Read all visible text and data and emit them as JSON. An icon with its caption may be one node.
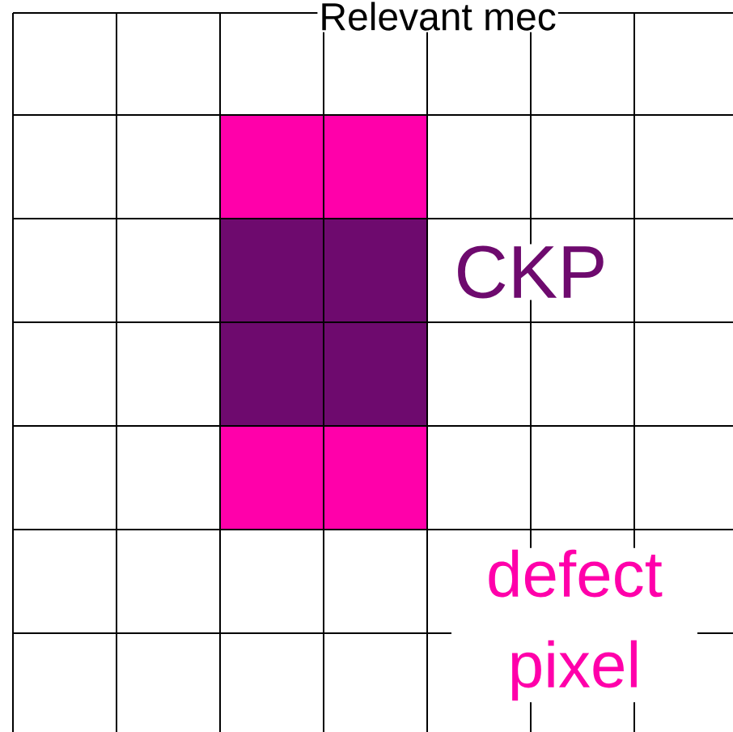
{
  "diagram": {
    "labels": [
      "Relevant mec",
      "CKP",
      "defect pixel"
    ]
  }
}
